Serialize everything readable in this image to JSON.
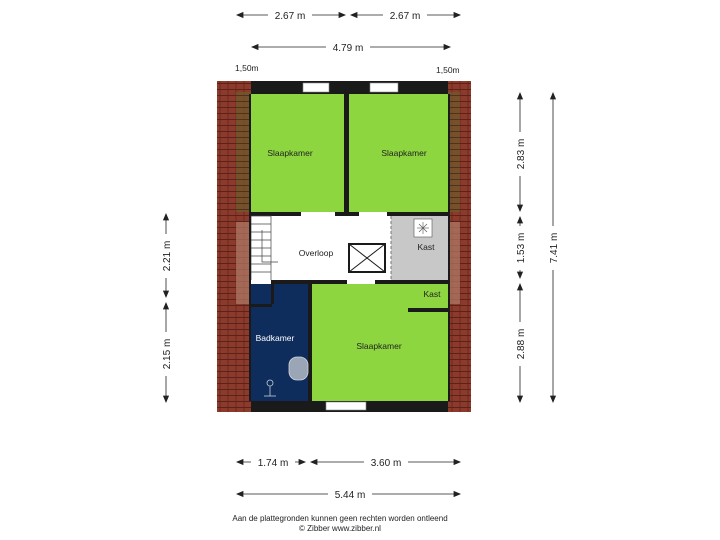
{
  "colors": {
    "bedroom": "#8ed63f",
    "bathroom": "#0f2d5c",
    "storage": "#c8c8c8",
    "wall": "#1a1a1a",
    "roof": "#8b3a2b",
    "roof_inner": "#6b6a2e"
  },
  "rooms": {
    "bedroom_top_left": "Slaapkamer",
    "bedroom_top_right": "Slaapkamer",
    "landing": "Overloop",
    "storage_top": "Kast",
    "storage_bottom": "Kast",
    "bathroom": "Badkamer",
    "bedroom_bottom": "Slaapkamer"
  },
  "dimensions": {
    "top_left": "2.67 m",
    "top_right": "2.67 m",
    "top_total": "4.79 m",
    "height_left": "1,50m",
    "height_right": "1,50m",
    "right_top": "2.83 m",
    "right_middle": "1.53 m",
    "right_bottom": "2.88 m",
    "right_total": "7.41 m",
    "left_top": "2.21 m",
    "left_bottom": "2.15 m",
    "bottom_left": "1.74 m",
    "bottom_right": "3.60 m",
    "bottom_total": "5.44 m"
  },
  "footer": {
    "disclaimer": "Aan de plattegronden kunnen geen rechten worden ontleend",
    "credit": "© Zibber www.zibber.nl"
  }
}
